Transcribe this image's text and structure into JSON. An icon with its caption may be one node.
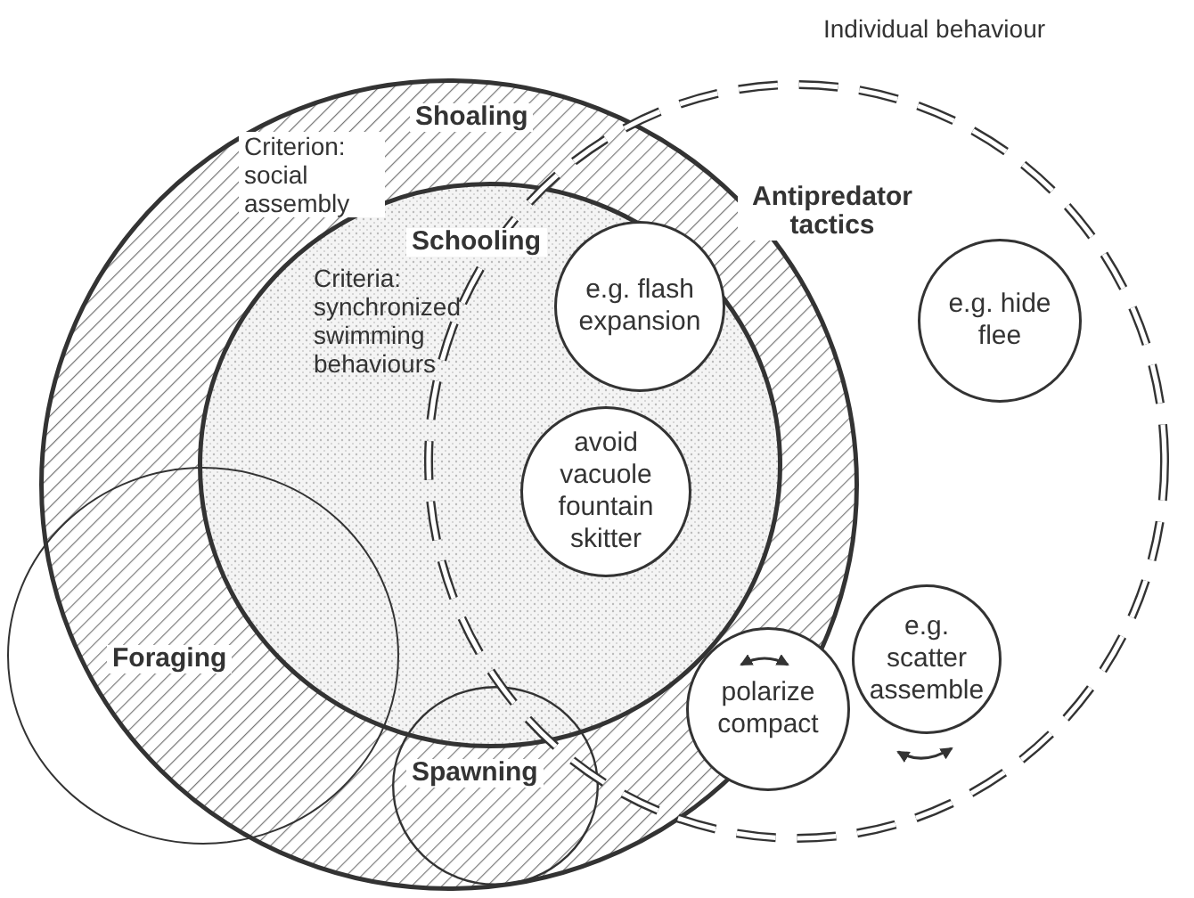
{
  "diagram": {
    "nodes": [
      {
        "text": [
          "Individual behaviour"
        ]
      },
      {
        "text": [
          "Shoaling",
          "Criterion: social assembly"
        ]
      },
      {
        "text": [
          "Schooling",
          "Criteria: synchronized swimming behaviours"
        ],
        "in": 1
      },
      {
        "text": [
          "e.g. flash expansion"
        ]
      },
      {
        "text": [
          "avoid vacuole fountain skitter"
        ]
      },
      {
        "text": [
          "e.g. hide flee"
        ],
        "in": 0
      },
      {
        "text": [
          "e.g. scatter assemble"
        ],
        "in": 0
      },
      {
        "text": [
          "polarize compact"
        ]
      },
      {
        "text": [
          "Foraging"
        ]
      },
      {
        "text": [
          "Spawning"
        ],
        "in": 1
      }
    ],
    "labels": [
      "Antipredator tactics"
    ]
  }
}
